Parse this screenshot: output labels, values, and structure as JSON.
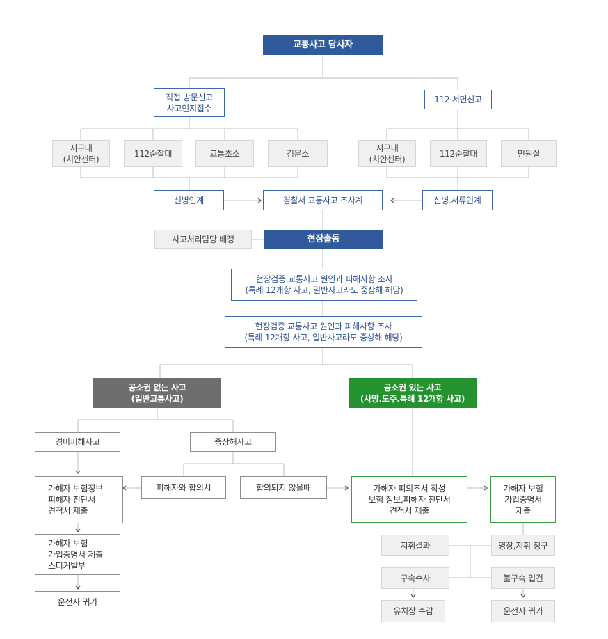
{
  "nodes": {
    "top": "교통사고 당사자",
    "direct_report": [
      "직접.방문신고",
      "사고인지접수"
    ],
    "report_112": "112·서면신고",
    "left_jigudae": [
      "지구대",
      "(치안센터)"
    ],
    "left_patrol": "112순찰대",
    "left_traffic_post": "교통초소",
    "left_checkpoint": "검문소",
    "right_jigudae": [
      "지구대",
      "(치안센터)"
    ],
    "right_patrol": "112순찰대",
    "right_civil": "민원실",
    "person_transfer": "신병인계",
    "investigation_team": "경찰서 교통사고 조사계",
    "person_doc_transfer": "신병.서류인계",
    "assign_officer": "사고처리담당 배정",
    "dispatch": "현장출동",
    "inspection_1": [
      "현장검증 교통사고 원인과 피해사항 조사",
      "(특례 12개항 사고, 일반사고라도 중상해 해당)"
    ],
    "inspection_2": [
      "현장검증 교통사고 원인과 피해사항 조사",
      "(특례 12개항 사고, 일반사고라도 중상해 해당)"
    ],
    "no_prosecution": [
      "공소권 없는 사고",
      "(일반교통사고)"
    ],
    "prosecution": [
      "공소권 있는 사고",
      "(사망.도주.특례 12개항 사고)"
    ],
    "minor_injury": "경미피해사고",
    "serious_injury": "중상해사고",
    "settlement_with_victim": "피해자와 합의시",
    "no_settlement": "합의되지 않을때",
    "submit_docs_left": [
      "가해자 보험정보",
      "피해자 진단서",
      "견적서 제출"
    ],
    "insurance_cert_left": [
      "가해자 보험",
      "가입증명서 제출",
      "스티커발부"
    ],
    "driver_return_left": "운전자 귀가",
    "suspect_statement": [
      "가해자 피의조서 작성",
      "보험 정보,피해자 진단서",
      "견적서 제출"
    ],
    "insurance_cert_right": [
      "가해자 보험",
      "가입증명서",
      "제출"
    ],
    "command_result": "지휘결과",
    "arrest_investigation": "구속수사",
    "detention": "유치장 수감",
    "warrant_request": "영장,지휘 청구",
    "non_arrest": "불구속 입건",
    "driver_return_right": "운전자 귀가"
  },
  "colors": {
    "primary_blue": "#2f5b9c",
    "outline_blue": "#3e66a8",
    "green": "#23922f",
    "dark_gray": "#6e6e6e",
    "line": "#bdbdbd",
    "arrow": "#555555"
  }
}
